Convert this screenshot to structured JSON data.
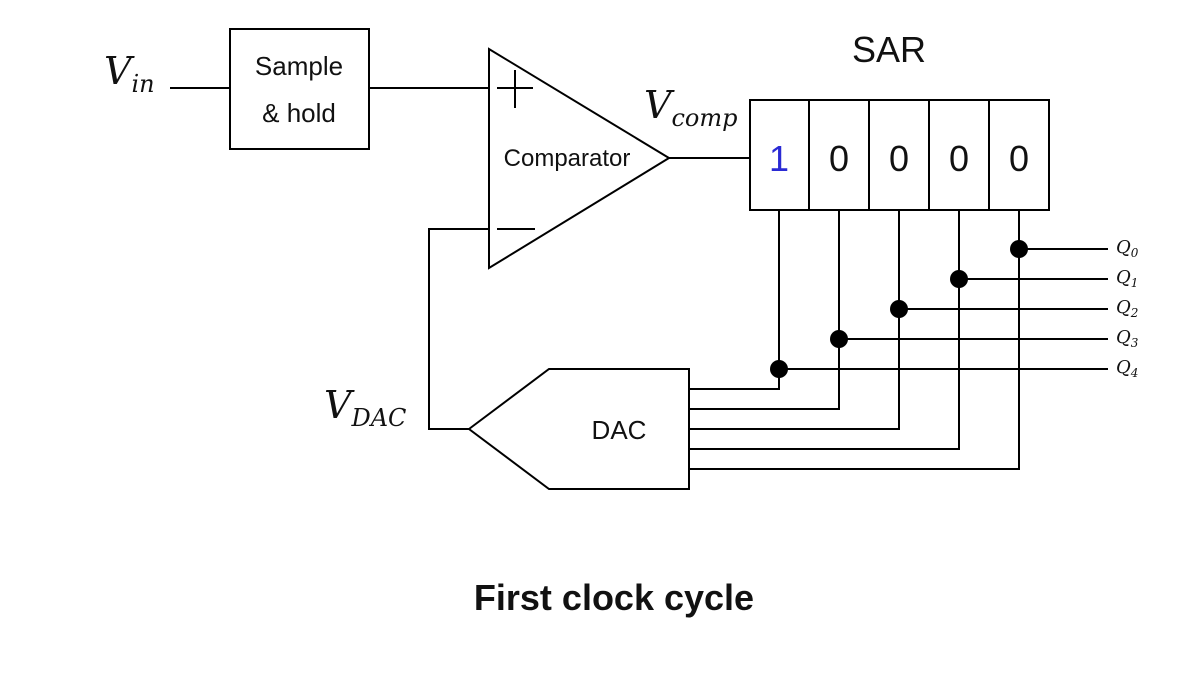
{
  "signals": {
    "vin": {
      "main": "V",
      "sub": "in"
    },
    "vcomp": {
      "main": "V",
      "sub": "comp"
    },
    "vdac": {
      "main": "V",
      "sub": "DAC"
    }
  },
  "blocks": {
    "sample_hold": {
      "line1": "Sample",
      "line2": "& hold"
    },
    "comparator": "Comparator",
    "sar": "SAR",
    "dac": "DAC"
  },
  "sar_bits": [
    {
      "value": "1",
      "color": "#2a2ad4"
    },
    {
      "value": "0",
      "color": "#111111"
    },
    {
      "value": "0",
      "color": "#111111"
    },
    {
      "value": "0",
      "color": "#111111"
    },
    {
      "value": "0",
      "color": "#111111"
    }
  ],
  "outputs": [
    {
      "main": "Q",
      "sub": "0"
    },
    {
      "main": "Q",
      "sub": "1"
    },
    {
      "main": "Q",
      "sub": "2"
    },
    {
      "main": "Q",
      "sub": "3"
    },
    {
      "main": "Q",
      "sub": "4"
    }
  ],
  "caption": "First clock cycle"
}
